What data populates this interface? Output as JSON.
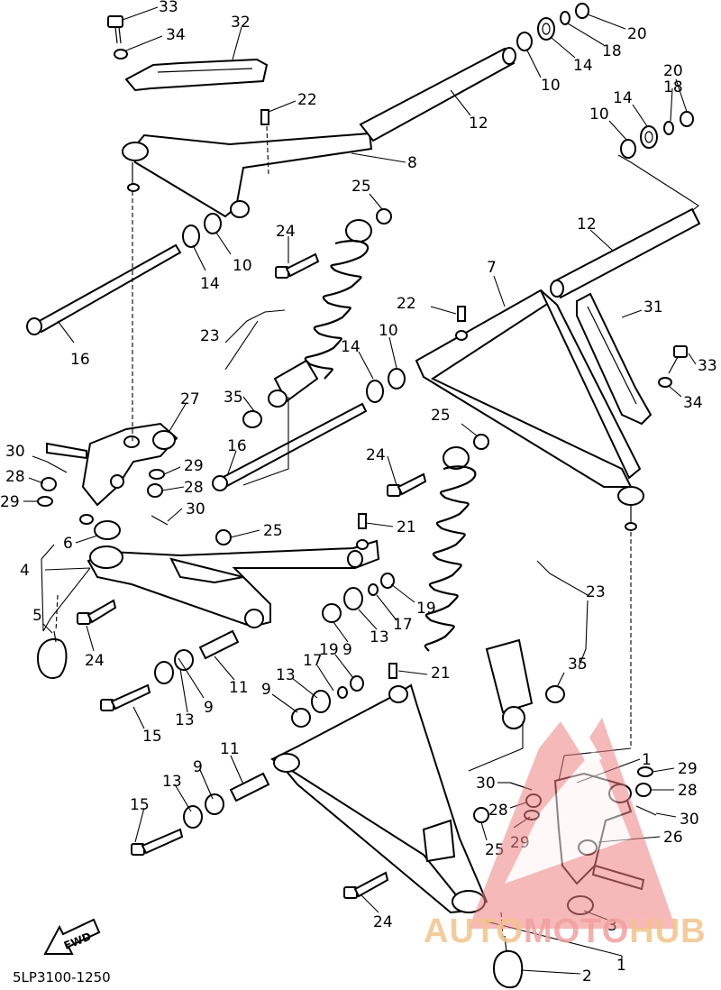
{
  "diagram": {
    "part_labels": [
      {
        "id": "l33a",
        "text": "33"
      },
      {
        "id": "l34a",
        "text": "34"
      },
      {
        "id": "l32",
        "text": "32"
      },
      {
        "id": "l20a",
        "text": "20"
      },
      {
        "id": "l18a",
        "text": "18"
      },
      {
        "id": "l14a",
        "text": "14"
      },
      {
        "id": "l10a",
        "text": "10"
      },
      {
        "id": "l12a",
        "text": "12"
      },
      {
        "id": "l22a",
        "text": "22"
      },
      {
        "id": "l8",
        "text": "8"
      },
      {
        "id": "l20b",
        "text": "20"
      },
      {
        "id": "l18b",
        "text": "18"
      },
      {
        "id": "l14b",
        "text": "14"
      },
      {
        "id": "l10b",
        "text": "10"
      },
      {
        "id": "l25a",
        "text": "25"
      },
      {
        "id": "l24a",
        "text": "24"
      },
      {
        "id": "l14c",
        "text": "14"
      },
      {
        "id": "l10c",
        "text": "10"
      },
      {
        "id": "l12b",
        "text": "12"
      },
      {
        "id": "l7",
        "text": "7"
      },
      {
        "id": "l31",
        "text": "31"
      },
      {
        "id": "l22b",
        "text": "22"
      },
      {
        "id": "l16a",
        "text": "16"
      },
      {
        "id": "l23a",
        "text": "23"
      },
      {
        "id": "l10d",
        "text": "10"
      },
      {
        "id": "l14d",
        "text": "14"
      },
      {
        "id": "l33b",
        "text": "33"
      },
      {
        "id": "l34b",
        "text": "34"
      },
      {
        "id": "l35a",
        "text": "35"
      },
      {
        "id": "l27",
        "text": "27"
      },
      {
        "id": "l16b",
        "text": "16"
      },
      {
        "id": "l25b",
        "text": "25"
      },
      {
        "id": "l30a",
        "text": "30"
      },
      {
        "id": "l28a",
        "text": "28"
      },
      {
        "id": "l29a",
        "text": "29"
      },
      {
        "id": "l29b",
        "text": "29"
      },
      {
        "id": "l28b",
        "text": "28"
      },
      {
        "id": "l30b",
        "text": "30"
      },
      {
        "id": "l24b",
        "text": "24"
      },
      {
        "id": "l25c",
        "text": "25"
      },
      {
        "id": "l21a",
        "text": "21"
      },
      {
        "id": "l6",
        "text": "6"
      },
      {
        "id": "l4",
        "text": "4"
      },
      {
        "id": "l5",
        "text": "5"
      },
      {
        "id": "l23b",
        "text": "23"
      },
      {
        "id": "l19a",
        "text": "19"
      },
      {
        "id": "l17a",
        "text": "17"
      },
      {
        "id": "l13a",
        "text": "13"
      },
      {
        "id": "l9a",
        "text": "9"
      },
      {
        "id": "l24c",
        "text": "24"
      },
      {
        "id": "l11a",
        "text": "11"
      },
      {
        "id": "l35b",
        "text": "35"
      },
      {
        "id": "l17b",
        "text": "17"
      },
      {
        "id": "l19b",
        "text": "19"
      },
      {
        "id": "l21b",
        "text": "21"
      },
      {
        "id": "l13b",
        "text": "13"
      },
      {
        "id": "l9b",
        "text": "9"
      },
      {
        "id": "l13c",
        "text": "13"
      },
      {
        "id": "l9c",
        "text": "9"
      },
      {
        "id": "l15a",
        "text": "15"
      },
      {
        "id": "l11b",
        "text": "11"
      },
      {
        "id": "l9d",
        "text": "9"
      },
      {
        "id": "l13d",
        "text": "13"
      },
      {
        "id": "l15b",
        "text": "15"
      },
      {
        "id": "l1",
        "text": "1"
      },
      {
        "id": "l29c",
        "text": "29"
      },
      {
        "id": "l28c",
        "text": "28"
      },
      {
        "id": "l30c",
        "text": "30"
      },
      {
        "id": "l30d",
        "text": "30"
      },
      {
        "id": "l28d",
        "text": "28"
      },
      {
        "id": "l29d",
        "text": "29"
      },
      {
        "id": "l26",
        "text": "26"
      },
      {
        "id": "l25d",
        "text": "25"
      },
      {
        "id": "l24d",
        "text": "24"
      },
      {
        "id": "l3",
        "text": "3"
      },
      {
        "id": "l2",
        "text": "2"
      }
    ],
    "fwd_label": "FWD",
    "diagram_code": "5LP3100-1250"
  },
  "watermark": {
    "part1": "AUTO",
    "part2": "MOTO",
    "part3": "HUB",
    "logo_color": "#f08080",
    "text_color": "#f3c48a"
  }
}
